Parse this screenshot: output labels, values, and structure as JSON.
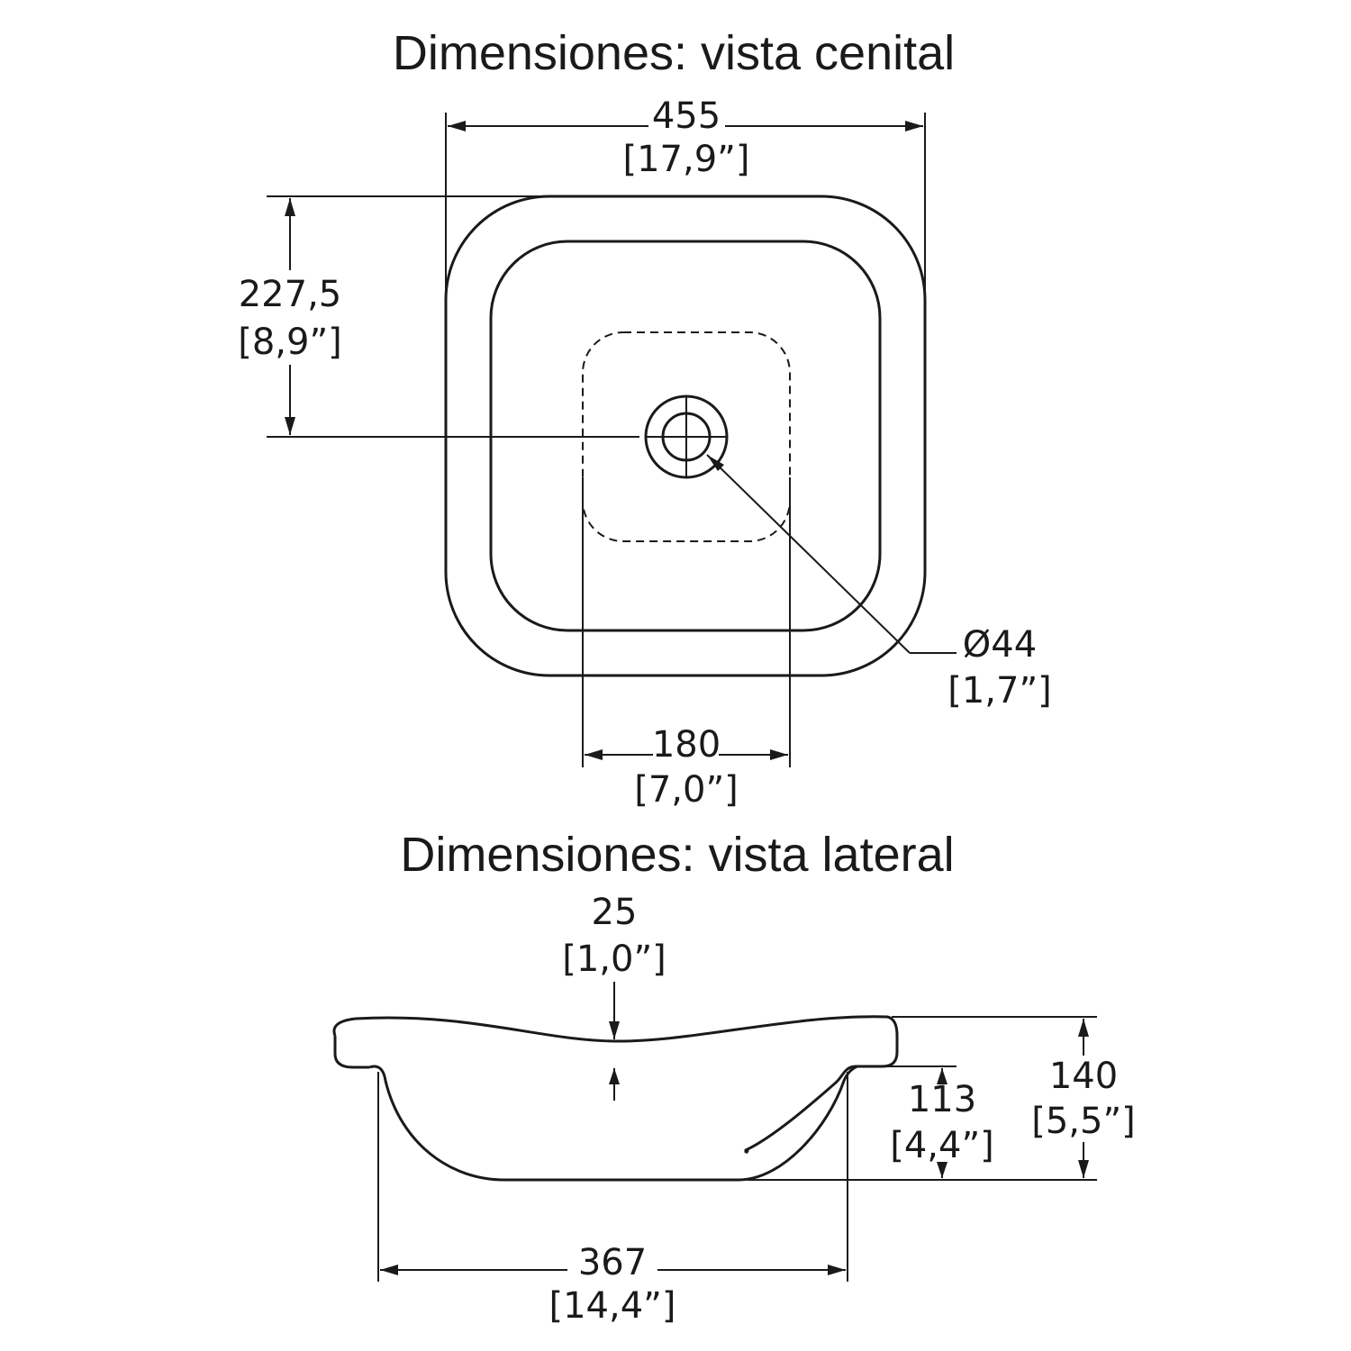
{
  "titles": {
    "top_view": "Dimensiones: vista cenital",
    "side_view": "Dimensiones: vista lateral"
  },
  "top_view": {
    "width_mm": "455",
    "width_in": "[17,9”]",
    "drain_offset_mm": "227,5",
    "drain_offset_in": "[8,9”]",
    "drain_diameter_mm": "Ø44",
    "drain_diameter_in": "[1,7”]",
    "bowl_width_mm": "180",
    "bowl_width_in": "[7,0”]"
  },
  "side_view": {
    "rim_thickness_mm": "25",
    "rim_thickness_in": "[1,0”]",
    "total_height_mm": "140",
    "total_height_in": "[5,5”]",
    "bowl_depth_mm": "113",
    "bowl_depth_in": "[4,4”]",
    "bowl_length_mm": "367",
    "bowl_length_in": "[14,4”]"
  },
  "colors": {
    "line": "#1a1a1a",
    "background": "#ffffff"
  }
}
